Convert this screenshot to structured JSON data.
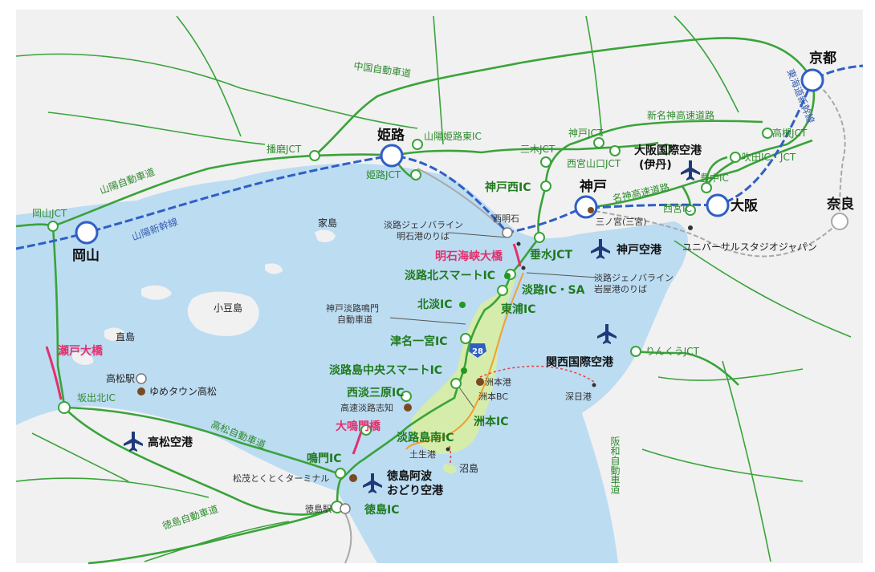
{
  "colors": {
    "land": "#f1f1f1",
    "sea": "#bcdcf2",
    "awaji": "#d6ecaa",
    "expressway": "#3aa33a",
    "bridge": "#e2306c",
    "shinkansen": "#2f5fc4",
    "rail": "#a8a8a8",
    "airport": "#1f3a7a",
    "route28": "#f0a030"
  },
  "labels": {
    "kyoto": "京都",
    "osaka": "大阪",
    "nara": "奈良",
    "kobe": "神戸",
    "himeji": "姫路",
    "okayama": "岡山",
    "sannomiya": "三ノ宮(三宮)",
    "nishiakashi": "西明石",
    "takamatsu_sta": "高松駅",
    "tokushima_sta": "徳島駅",
    "ieshima": "家島",
    "shodoshima": "小豆島",
    "naoshima": "直島",
    "nushima": "沼島",
    "sumoto_port": "洲本港",
    "sumoto_bc": "洲本BC",
    "fukura_port": "深日港",
    "habu_port": "土生港",
    "usj": "ユニバーサルスタジオジャパン",
    "youme": "ゆめタウン高松",
    "shizuki": "高速淡路志知",
    "matsushige": "松茂とくとくターミナル",
    "akashi_port": "淡路ジェノバライン\n明石港のりば",
    "iwaya_port": "淡路ジェノバライン\n岩屋港のりば",
    "kobe_awaji_naruto": "神戸淡路鳴門\n自動車道",
    "route28": "28"
  },
  "expressways": {
    "sanyo": "山陽自動車道",
    "chugoku": "中国自動車道",
    "shinmeishin": "新名神高速道路",
    "meishin": "名神高速道路",
    "takamatsu": "高松自動車道",
    "tokushima": "徳島自動車道",
    "hanwa": "阪和自動車道"
  },
  "railways": {
    "sanyo_shinkansen": "山陽新幹線",
    "tokaido_shinkansen": "東海道新幹線"
  },
  "junctions": {
    "okayama_jct": "岡山JCT",
    "harima_jct": "播磨JCT",
    "himeji_jct": "姫路JCT",
    "sanyo_himeji_higashi": "山陽姫路東IC",
    "miki_jct": "三木JCT",
    "kobe_jct": "神戸JCT",
    "nishinomiya_yamaguchi": "西宮山口JCT",
    "takatsuki_jct": "高槻JCT",
    "suita": "吹田IC・JCT",
    "toyonaka": "豊中IC",
    "nishinomiya_ic": "西宮IC",
    "rinku_jct": "りんくうJCT",
    "sakaide_kita": "坂出北IC"
  },
  "ics": {
    "kobe_nishi": "神戸西IC",
    "tarumi_jct": "垂水JCT",
    "awaji_kita_smart": "淡路北スマートIC",
    "awaji_ic_sa": "淡路IC・SA",
    "hokudan": "北淡IC",
    "higashiura": "東浦IC",
    "tsuna_ichinomiya": "津名一宮IC",
    "awajishima_chuo": "淡路島中央スマートIC",
    "seidan_mihara": "西淡三原IC",
    "sumoto": "洲本IC",
    "awajishima_minami": "淡路島南IC",
    "naruto": "鳴門IC",
    "tokushima": "徳島IC"
  },
  "bridges": {
    "akashi": "明石海峡大橋",
    "seto": "瀬戸大橋",
    "onaruto": "大鳴門橋"
  },
  "airports": {
    "itami": "大阪国際空港\n(伊丹)",
    "kobe": "神戸空港",
    "kansai": "関西国際空港",
    "takamatsu": "高松空港",
    "tokushima": "徳島阿波\nおどり空港"
  }
}
